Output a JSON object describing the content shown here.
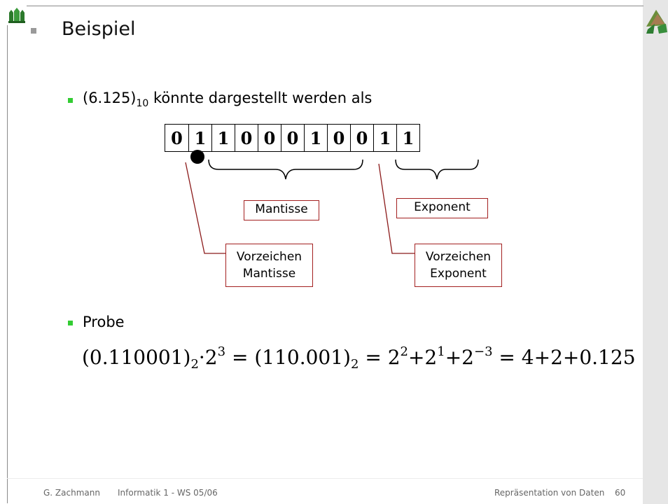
{
  "slide": {
    "title": "Beispiel",
    "bullet1_pre": "(6.125)",
    "bullet1_sub": "10",
    "bullet1_post": " könnte dargestellt werden als",
    "bits": [
      "0",
      "1",
      "1",
      "0",
      "0",
      "0",
      "1",
      "0",
      "0",
      "1",
      "1"
    ],
    "label_mantisse": "Mantisse",
    "label_exponent": "Exponent",
    "label_vz_mantisse_1": "Vorzeichen",
    "label_vz_mantisse_2": "Mantisse",
    "label_vz_exponent_1": "Vorzeichen",
    "label_vz_exponent_2": "Exponent",
    "bullet2": "Probe",
    "formula": {
      "a": "(0.110001)",
      "a_sub": "2",
      "b": "·2",
      "b_sup": "3",
      "c": " = (110.001)",
      "c_sub": "2",
      "d": " = 2",
      "d_sup": "2",
      "e": "+2",
      "e_sup": "1",
      "f": "+2",
      "f_sup": "−3",
      "g": " = 4+2+0.125"
    }
  },
  "footer": {
    "author": "G. Zachmann",
    "course": "Informatik 1 - WS 05/06",
    "topic": "Repräsentation von Daten",
    "page": "60"
  }
}
